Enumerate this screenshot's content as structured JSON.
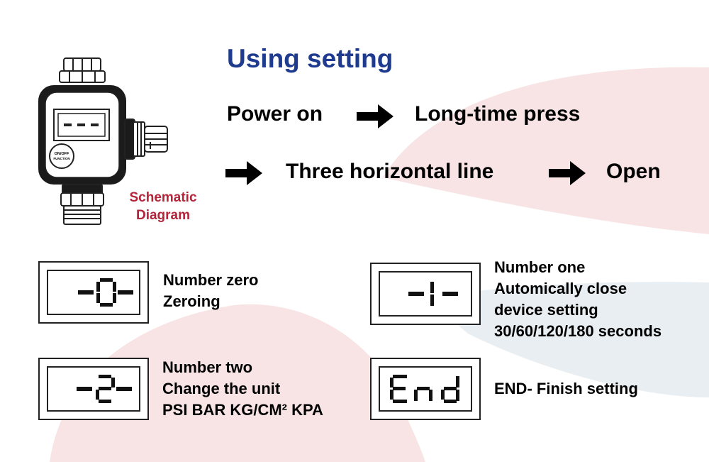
{
  "title": "Using setting",
  "flow": {
    "step1": "Power on",
    "step2": "Long-time press",
    "step3": "Three horizontal line",
    "step4": "Open"
  },
  "device": {
    "screen_text": "- - -",
    "button_label_line1": "ON/OFF",
    "button_label_line2": "FUNCTION",
    "caption_line1": "Schematic",
    "caption_line2": "Diagram"
  },
  "displays": [
    {
      "display": "-0-",
      "lines": [
        "Number zero",
        "Zeroing"
      ]
    },
    {
      "display": "-1-",
      "lines": [
        "Number one",
        "Automically close",
        "device setting",
        "30/60/120/180 seconds"
      ]
    },
    {
      "display": "-2-",
      "lines": [
        "Number two",
        "Change the unit",
        "PSI BAR KG/CM² KPA"
      ]
    },
    {
      "display": "End",
      "lines": [
        "END- Finish setting"
      ]
    }
  ],
  "colors": {
    "title": "#1f3b8f",
    "caption": "#b3243a",
    "bg_pink": "#f7e3e3",
    "bg_blue": "#e6edf2"
  }
}
